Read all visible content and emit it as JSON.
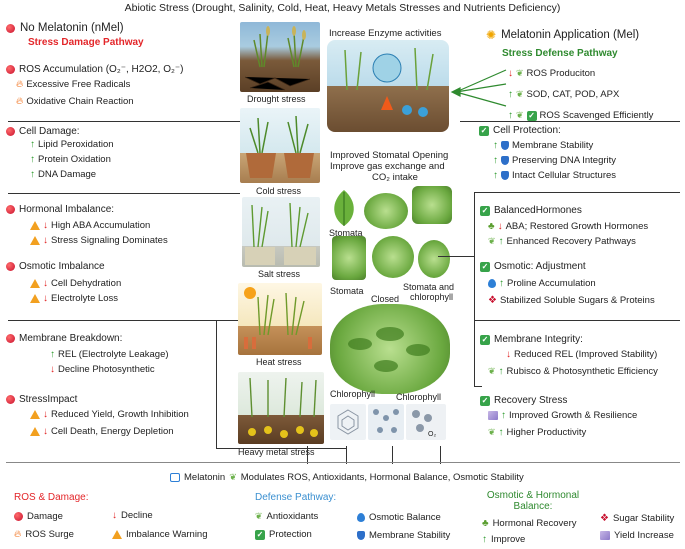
{
  "title": "Abiotic Stress (Drought, Salinity, Cold, Heat, Heavy Metals Stresses and Nutrients Deficiency)",
  "left": {
    "header": "No Melatonin (nMel)",
    "pathway": "Stress Damage Pathway",
    "blocks": [
      {
        "title": "ROS Accumulation (O₂⁻, H2O2, O₂⁻)",
        "items": [
          "Excessive Free Radicals",
          "Oxidative Chain Reaction"
        ]
      },
      {
        "title": "Cell Damage:",
        "items": [
          "Lipid Peroxidation",
          "Protein Oxidation",
          "DNA Damage"
        ]
      },
      {
        "title": "Hormonal Imbalance:",
        "items": [
          "High ABA Accumulation",
          "Stress Signaling Dominates"
        ]
      },
      {
        "title": "Osmotic Imbalance",
        "items": [
          "Cell Dehydration",
          "Electrolyte Loss"
        ]
      },
      {
        "title": "Membrane Breakdown:",
        "items": [
          "REL (Electrolyte Leakage)",
          "Decline Photosynthetic"
        ]
      },
      {
        "title": "StressImpact",
        "items": [
          "Reduced Yield, Growth Inhibition",
          "Cell Death, Energy Depletion"
        ]
      }
    ]
  },
  "center": {
    "stresses": [
      "Drought stress",
      "Cold stress",
      "Salt stress",
      "Heat stress",
      "Heavy metal stress"
    ],
    "enzyme_title": "Increase Enzyme activities",
    "stomata_title_1": "Improved Stomatal Opening",
    "stomata_title_2": "Improve gas exchange and",
    "stomata_title_3": "CO₂ intake",
    "stomata_label": "Stomata",
    "stomata_label2": "Stomata",
    "closed_label": "Closed",
    "stomata_chloro_1": "Stomata and",
    "stomata_chloro_2": "chlorophyll",
    "chlorophyll_1": "Chlorophyll",
    "chlorophyll_2": "Chlorophyll",
    "o2_label": "O₂"
  },
  "right": {
    "header": "Melatonin Application (Mel)",
    "pathway": "Stress Defense Pathway",
    "ros": [
      "ROS Produciton",
      "SOD, CAT, POD, APX",
      "ROS Scavenged Efficiently"
    ],
    "blocks": [
      {
        "title": "Cell Protection:",
        "items": [
          "Membrane Stability",
          "Preserving DNA Integrity",
          "Intact Cellular Structures"
        ]
      },
      {
        "title": "BalancedHormones",
        "items": [
          "ABA; Restored Growth Hormones",
          "Enhanced Recovery Pathways"
        ]
      },
      {
        "title": "Osmotic: Adjustment",
        "items": [
          "Proline Accumulation",
          "Stabilized Soluble Sugars & Proteins"
        ]
      },
      {
        "title": "Membrane Integrity:",
        "items": [
          "Reduced REL (Improved Stability)",
          "Rubisco & Photosynthetic Efficiency"
        ]
      },
      {
        "title": "Recovery Stress",
        "items": [
          "Improved Growth & Resilience",
          "Higher Productivity"
        ]
      }
    ]
  },
  "bottom_caption": "Modulates ROS, Antioxidants, Hormonal Balance, Osmotic Stability",
  "bottom_caption_prefix": "Melatonin",
  "legend": {
    "ros_title": "ROS & Damage:",
    "damage": "Damage",
    "decline": "Decline",
    "ros_surge": "ROS Surge",
    "imbalance": "Imbalance Warning",
    "defense_title": "Defense Pathway:",
    "antioxidants": "Antioxidants",
    "osmotic_balance": "Osmotic Balance",
    "protection": "Protection",
    "membrane_stability": "Membrane Stability",
    "osmotic_title_1": "Osmotic & Hormonal",
    "osmotic_title_2": "Balance:",
    "hormonal_recovery": "Hormonal Recovery",
    "improve": "Improve",
    "sugar_stability": "Sugar Stability",
    "yield_increase": "Yield Increase"
  },
  "colors": {
    "red": "#e3262a",
    "green": "#2f8a2f",
    "blue": "#3a8fd0",
    "line": "#333333"
  }
}
